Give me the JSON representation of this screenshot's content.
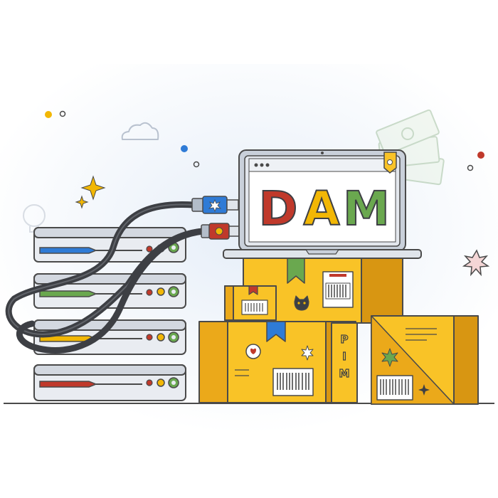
{
  "laptop": {
    "screen_text_letters": [
      "D",
      "A",
      "M"
    ]
  },
  "boxes": {
    "side_label_letters": [
      "P",
      "I",
      "M"
    ]
  },
  "colors": {
    "outline": "#4a4a4a",
    "letter_d": "#c0392b",
    "letter_a": "#f2b705",
    "letter_m": "#6aa84f",
    "box_light": "#f9c327",
    "box_mid": "#eba91a",
    "box_dark": "#d89612",
    "server_body": "#e9ecf1",
    "server_front": "#d3d8e0",
    "cable_dark": "#3d3f44",
    "usb_blue": "#2f7bd6",
    "usb_red": "#c0392b",
    "usb_green": "#6aa84f",
    "usb_yellow": "#f2b705",
    "bg_tint": "#eef3fa"
  },
  "icons": [
    "cloud-icon",
    "sparkle-icon",
    "money-stack-icon",
    "lightbulb-icon",
    "star-burst-icon",
    "barcode-icon",
    "cat-sticker-icon",
    "bookmark-ribbon-icon"
  ]
}
